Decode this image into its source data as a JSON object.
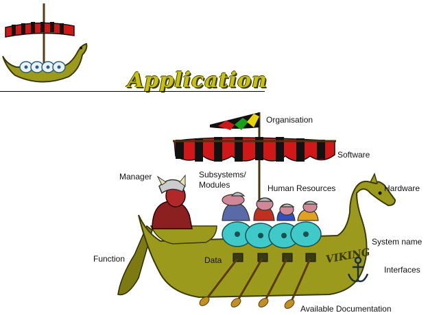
{
  "page": {
    "title": "Application"
  },
  "labels": {
    "organisation": "Organisation",
    "software": "Software",
    "manager": "Manager",
    "subsystems_line1": "Subsystems/",
    "subsystems_line2": "Modules",
    "human_resources": "Human Resources",
    "hardware": "Hardware",
    "system_name": "System name",
    "function": "Function",
    "data": "Data",
    "interfaces": "Interfaces",
    "available_documentation": "Available Documentation",
    "hull_text": "VIKING"
  },
  "colors": {
    "hull": "#9c9a1c",
    "hull_dark": "#5e5c08",
    "sail_red": "#d01818",
    "sail_black": "#111111",
    "shield": "#3fc9c9",
    "flag_green": "#18a018",
    "flag_yellow": "#e8d400",
    "title": "#c8c20c"
  }
}
